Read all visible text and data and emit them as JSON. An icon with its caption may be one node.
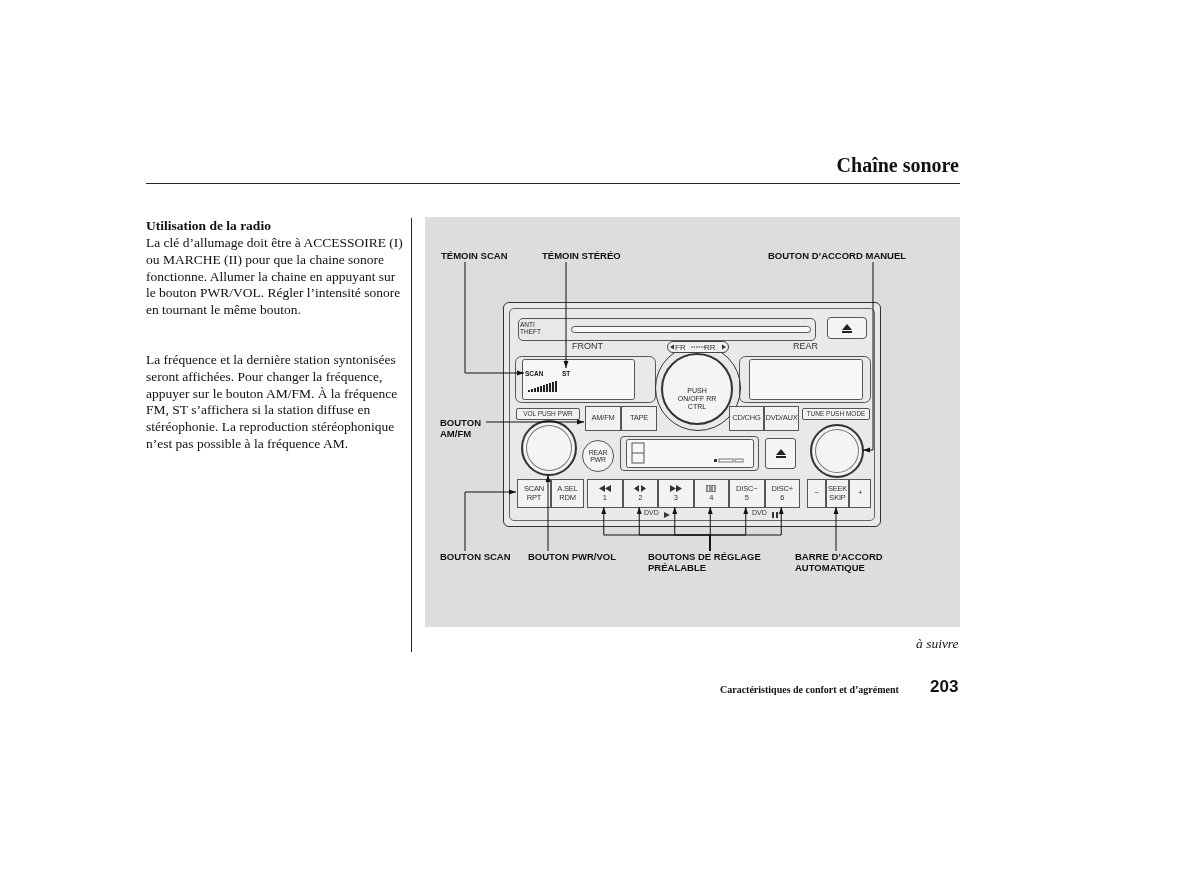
{
  "diagram": {
    "title": "Chaîne sonore",
    "nodes": [
      {
        "text": [
          "TÉMOIN SCAN"
        ]
      },
      {
        "text": [
          "TÉMOIN STÉRÉO"
        ]
      },
      {
        "text": [
          "BOUTON D’ACCORD MANUEL"
        ]
      },
      {
        "text": [],
        "shape": "box"
      },
      {
        "text": [
          "SCAN"
        ],
        "in": 3
      },
      {
        "text": [
          "ST"
        ],
        "in": 3
      },
      {
        "text": [
          "PUSH ON/OFF RR CTRL"
        ],
        "in": 3,
        "beside": [
          "FR",
          "RR"
        ]
      },
      {
        "text": [
          "VOL PUSH PWR"
        ],
        "in": 3
      },
      {
        "text": [
          "AM/FM"
        ],
        "in": 3
      },
      {
        "text": [
          "TAPE"
        ],
        "in": 3
      },
      {
        "text": [
          "CD/CHG"
        ],
        "in": 3
      },
      {
        "text": [
          "DVD/AUX"
        ],
        "in": 3
      },
      {
        "text": [
          "TUNE PUSH MODE"
        ],
        "in": 3
      },
      {
        "text": [
          "BOUTON AM/FM"
        ]
      },
      {
        "text": [],
        "shape": "circle",
        "in": 3
      },
      {
        "text": [
          "REAR PWR"
        ],
        "in": 3
      },
      {
        "text": [],
        "shape": "circle",
        "in": 3
      },
      {
        "text": [
          "SCAN RPT"
        ],
        "in": 3
      },
      {
        "text": [
          "A.SEL RDM"
        ],
        "in": 3
      },
      {
        "text": [
          "1"
        ],
        "in": 3
      },
      {
        "text": [
          "2"
        ],
        "in": 3
      },
      {
        "text": [
          "3"
        ],
        "in": 3
      },
      {
        "text": [
          "4"
        ],
        "in": 3
      },
      {
        "text": [
          "DISC−",
          "5"
        ],
        "in": 3
      },
      {
        "text": [
          "DISC+",
          "6"
        ],
        "in": 3
      },
      {
        "text": [
          "−"
        ],
        "in": 3
      },
      {
        "text": [
          "SEEK SKIP"
        ],
        "in": 3
      },
      {
        "text": [
          "+"
        ],
        "in": 3
      },
      {
        "text": [
          "BOUTON SCAN"
        ]
      },
      {
        "text": [
          "BOUTON PWR/VOL"
        ]
      },
      {
        "text": [
          "BOUTONS DE RÉGLAGE PRÉALABLE"
        ]
      },
      {
        "text": [
          "BARRE D’ACCORD AUTOMATIQUE"
        ]
      }
    ],
    "edges": [
      {
        "from": 0,
        "to": 4,
        "arrow": "to"
      },
      {
        "from": 1,
        "to": 5,
        "arrow": "to"
      },
      {
        "from": 2,
        "to": 16,
        "arrow": "to"
      },
      {
        "from": 13,
        "to": 8,
        "arrow": "to"
      },
      {
        "from": 28,
        "to": 17,
        "arrow": "to"
      },
      {
        "from": 29,
        "to": 14,
        "arrow": "to"
      },
      {
        "from": 30,
        "to": 19,
        "arrow": "to"
      },
      {
        "from": 30,
        "to": 20,
        "arrow": "to"
      },
      {
        "from": 30,
        "to": 21,
        "arrow": "to"
      },
      {
        "from": 30,
        "to": 22,
        "arrow": "to"
      },
      {
        "from": 30,
        "to": 23,
        "arrow": "to"
      },
      {
        "from": 30,
        "to": 24,
        "arrow": "to"
      },
      {
        "from": 31,
        "to": 26,
        "arrow": "to"
      }
    ],
    "labels": [
      "Utilisation de la radio",
      "La clé d’allumage doit être à ACCESSOIRE (I) ou MARCHE (II) pour que la chaine sonore fonctionne. Allumer la chaine en appuyant sur le bouton PWR/VOL. Régler l’intensité sonore en tournant le même bouton.",
      "La fréquence et la dernière station syntonisées seront affichées. Pour changer la fréquence, appuyer sur le bouton AM/FM. À la fréquence FM, ST s’affichera si la station diffuse en stéréophonie. La reproduction stéréophonique n’est pas possible à la fréquence AM.",
      "ANTI THEFT",
      "FRONT",
      "REAR",
      "DVD",
      "DVD",
      "à suivre",
      "Caractéristiques de confort et d’agrément",
      "203"
    ]
  }
}
